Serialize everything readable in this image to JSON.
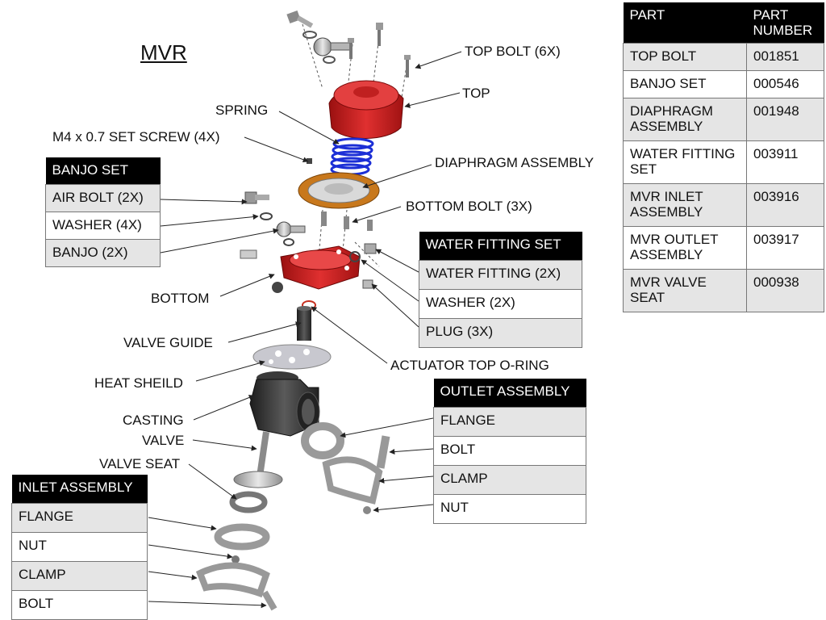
{
  "title": "MVR",
  "callouts": {
    "top_bolt": "TOP BOLT (6X)",
    "top": "TOP",
    "spring": "SPRING",
    "set_screw": "M4 x 0.7 SET SCREW (4X)",
    "diaphragm": "DIAPHRAGM ASSEMBLY",
    "bottom_bolt": "BOTTOM BOLT (3X)",
    "bottom": "BOTTOM",
    "valve_guide": "VALVE GUIDE",
    "oring": "ACTUATOR TOP O-RING",
    "heat_shield": "HEAT SHEILD",
    "casting": "CASTING",
    "valve": "VALVE",
    "valve_seat": "VALVE SEAT"
  },
  "parts_table": {
    "col1": "PART",
    "col2": "PART NUMBER",
    "rows": [
      {
        "part": "TOP BOLT",
        "number": "001851"
      },
      {
        "part": "BANJO SET",
        "number": "000546"
      },
      {
        "part": "DIAPHRAGM ASSEMBLY",
        "number": "001948"
      },
      {
        "part": "WATER FITTING SET",
        "number": "003911"
      },
      {
        "part": "MVR INLET ASSEMBLY",
        "number": "003916"
      },
      {
        "part": "MVR OUTLET ASSEMBLY",
        "number": "003917"
      },
      {
        "part": "MVR VALVE SEAT",
        "number": "000938"
      }
    ]
  },
  "banjo_set": {
    "header": "BANJO SET",
    "items": [
      "AIR BOLT (2X)",
      "WASHER (4X)",
      "BANJO (2X)"
    ]
  },
  "water_fitting_set": {
    "header": "WATER FITTING SET",
    "items": [
      "WATER FITTING (2X)",
      "WASHER (2X)",
      "PLUG (3X)"
    ]
  },
  "outlet_assembly": {
    "header": "OUTLET ASSEMBLY",
    "items": [
      "FLANGE",
      "BOLT",
      "CLAMP",
      "NUT"
    ]
  },
  "inlet_assembly": {
    "header": "INLET ASSEMBLY",
    "items": [
      "FLANGE",
      "NUT",
      "CLAMP",
      "BOLT"
    ]
  },
  "colors": {
    "red": "#d42020",
    "blue": "#1c2fd6",
    "orange": "#c8781c",
    "dark": "#2e2e2e",
    "silver": "#b9b9b9"
  }
}
